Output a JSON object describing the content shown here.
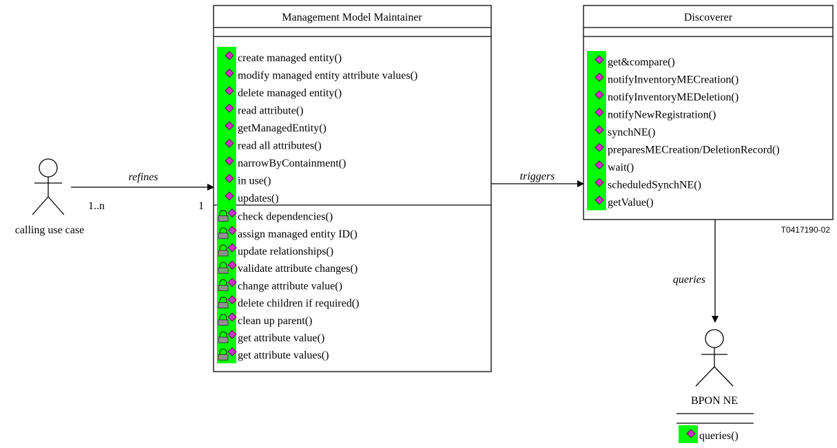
{
  "figure_code": "T0417190-02",
  "actors": {
    "caller": {
      "label": "calling use case"
    },
    "bpon": {
      "label": "BPON NE"
    }
  },
  "classes": {
    "mmm": {
      "title": "Management Model Maintainer",
      "public_ops": [
        "create managed entity()",
        "modify managed entity attribute values()",
        "delete managed entity()",
        "read attribute()",
        "getManagedEntity()",
        "read all attributes()",
        "narrowByContainment()",
        "in use()",
        "updates()"
      ],
      "private_ops": [
        "check dependencies()",
        "assign managed entity ID()",
        "update relationships()",
        "validate attribute changes()",
        "change attribute value()",
        "delete children if required()",
        "clean up parent()",
        "get attribute value()",
        "get attribute values()"
      ]
    },
    "discoverer": {
      "title": "Discoverer",
      "public_ops": [
        "get&compare()",
        "notifyInventoryMECreation()",
        "notifyInventoryMEDeletion()",
        "notifyNewRegistration()",
        "synchNE()",
        "preparesMECreation/DeletionRecord()",
        "wait()",
        "scheduledSynchNE()",
        "getValue()"
      ]
    },
    "bpon": {
      "public_ops": [
        "queries()"
      ]
    }
  },
  "associations": {
    "refines": {
      "label": "refines",
      "mult_source": "1..n",
      "mult_target": "1"
    },
    "triggers": {
      "label": "triggers"
    },
    "queries": {
      "label": "queries"
    }
  },
  "colors": {
    "op_highlight": "#00ff00",
    "op_icon": "#d030c8",
    "lock_icon": "#909090",
    "line": "#000000"
  },
  "icons": {
    "public_op": "magenta-diamond-icon",
    "private_op": "padlock-diamond-icon"
  }
}
